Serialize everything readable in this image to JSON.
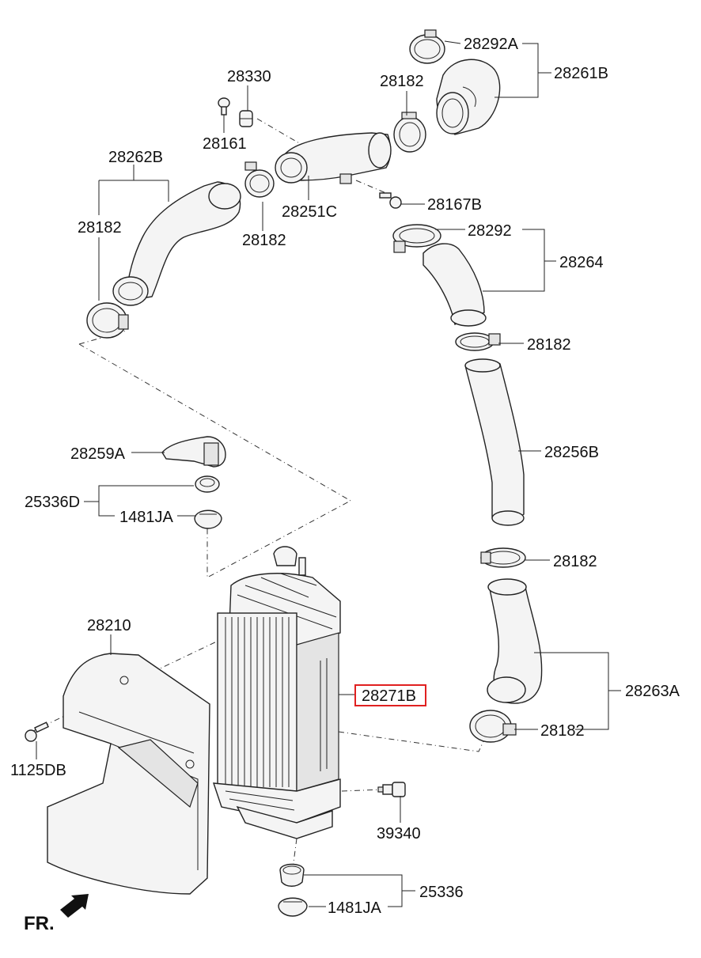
{
  "labels": {
    "l_28292A": "28292A",
    "l_28261B": "28261B",
    "l_28330": "28330",
    "l_28182_a": "28182",
    "l_28161": "28161",
    "l_28262B": "28262B",
    "l_28251C": "28251C",
    "l_28167B": "28167B",
    "l_28182_b": "28182",
    "l_28182_c": "28182",
    "l_28292": "28292",
    "l_28264": "28264",
    "l_28182_d": "28182",
    "l_28256B": "28256B",
    "l_28259A": "28259A",
    "l_25336D": "25336D",
    "l_1481JA_a": "1481JA",
    "l_28182_e": "28182",
    "l_28210": "28210",
    "l_28271B": "28271B",
    "l_28263A": "28263A",
    "l_28182_f": "28182",
    "l_1125DB": "1125DB",
    "l_39340": "39340",
    "l_25336": "25336",
    "l_1481JA_b": "1481JA",
    "fr": "FR."
  },
  "highlight_color": "#e02020"
}
